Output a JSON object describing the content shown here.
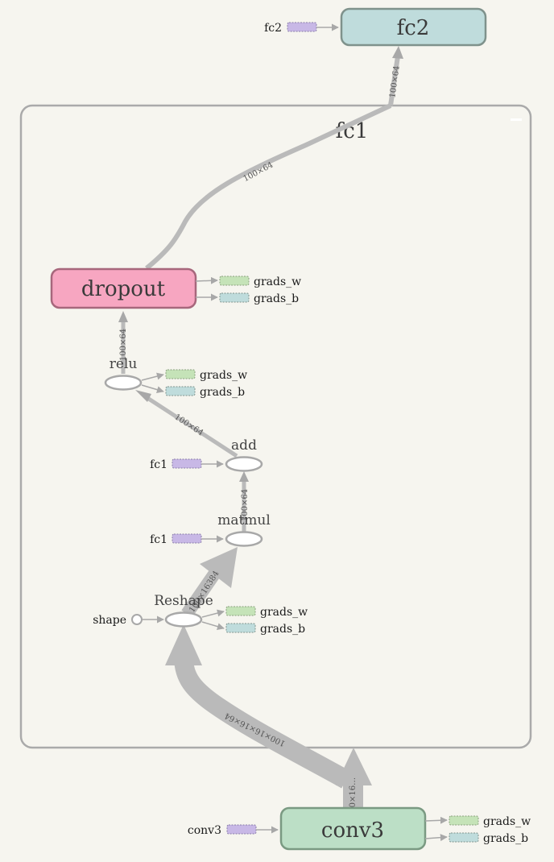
{
  "nodes": {
    "fc2": {
      "label": "fc2",
      "color": "#bfdcdc",
      "stroke": "#7f928c"
    },
    "fc1_group": {
      "label": "fc1",
      "expand": "−"
    },
    "dropout": {
      "label": "dropout",
      "color": "#f7a6c1",
      "stroke": "#a7677c"
    },
    "conv3": {
      "label": "conv3",
      "color": "#bcdfc6",
      "stroke": "#7a9a82"
    },
    "relu": {
      "label": "relu"
    },
    "add": {
      "label": "add"
    },
    "matmul": {
      "label": "matmul"
    },
    "reshape": {
      "label": "Reshape"
    }
  },
  "inputs": {
    "fc2_var": "fc2",
    "add_var": "fc1",
    "matmul_var": "fc1",
    "reshape_shape": "shape",
    "conv3_var": "conv3"
  },
  "grads": {
    "dropout_w": "grads_w",
    "dropout_b": "grads_b",
    "relu_w": "grads_w",
    "relu_b": "grads_b",
    "reshape_w": "grads_w",
    "reshape_b": "grads_b",
    "conv3_w": "grads_w",
    "conv3_b": "grads_b"
  },
  "edges": {
    "fc1_to_fc2": "100×64",
    "dropout_to_fc1": "100×64",
    "relu_to_dropout": "100×64",
    "add_to_relu": "100×64",
    "matmul_to_add": "100×64",
    "reshape_to_matmul": "100×16384",
    "conv3_to_reshape": "100×16×16×64",
    "conv3_out": "100×16…"
  },
  "colors": {
    "var_purple": "#c8b8e6",
    "grad_green": "#c5e3b8",
    "grad_teal": "#bfdcdc",
    "edge": "#b8b8b8",
    "group_stroke": "#aaaaaa"
  }
}
